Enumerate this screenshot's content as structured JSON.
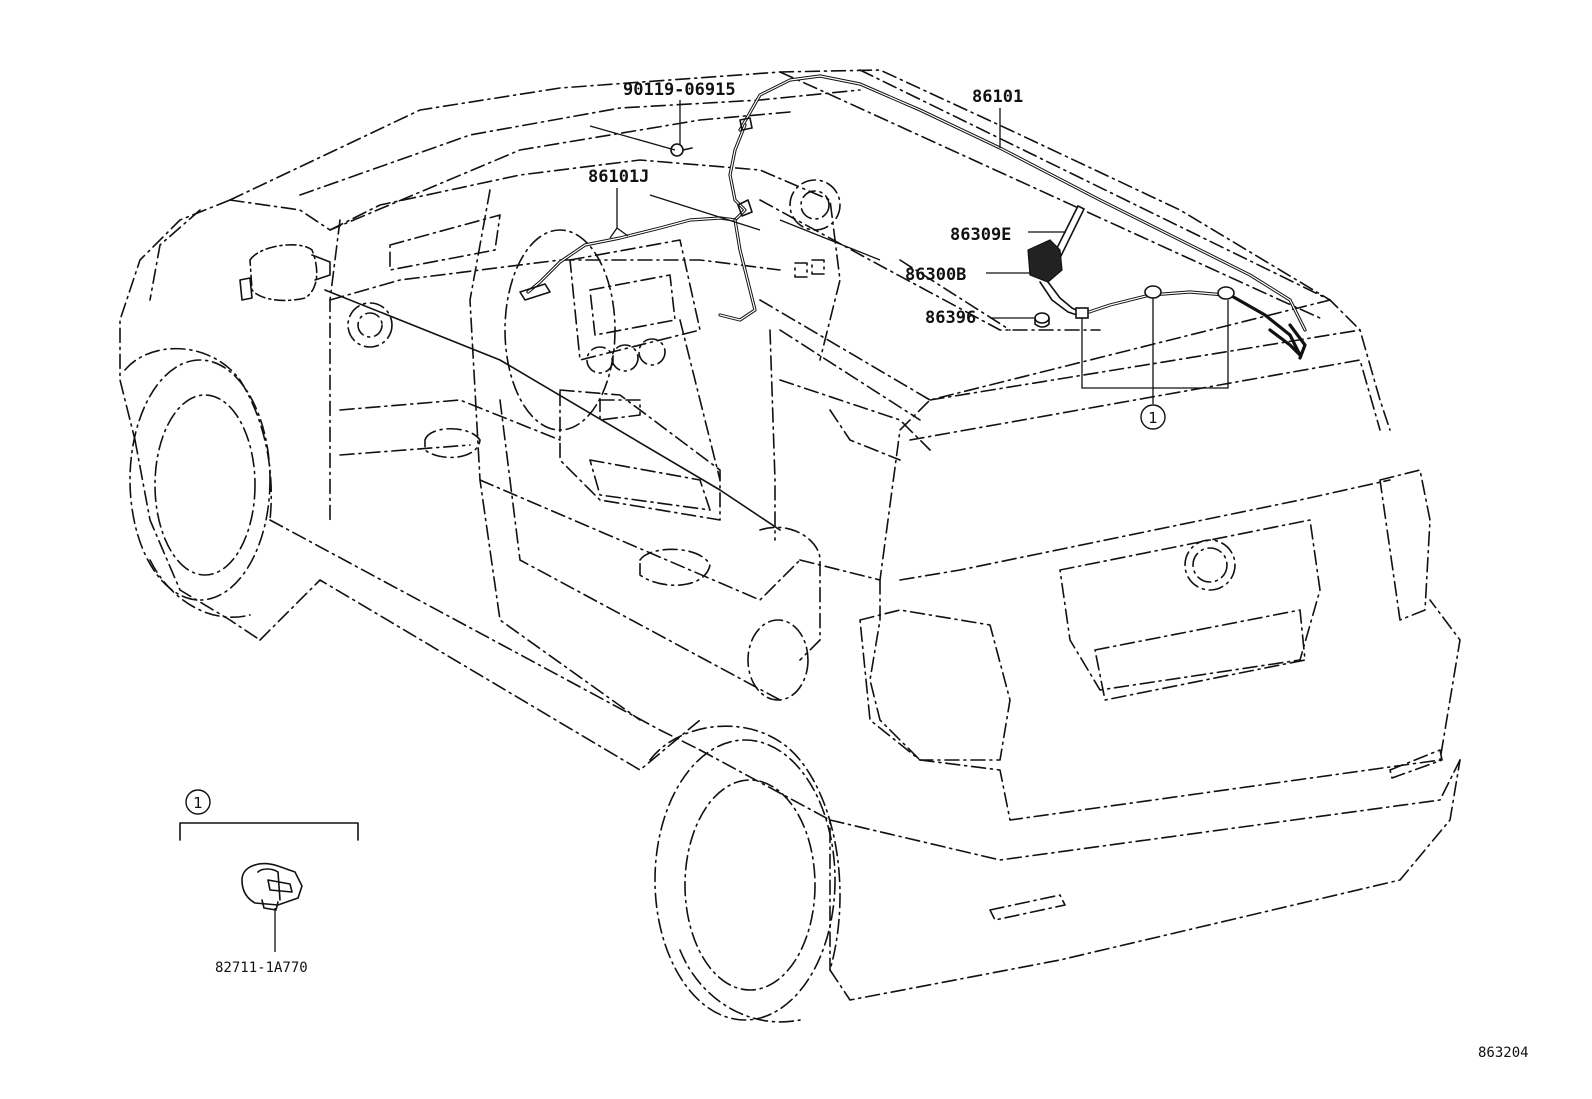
{
  "parts": {
    "p1": "90119-06915",
    "p2": "86101",
    "p3": "86101J",
    "p4": "86309E",
    "p5": "86300B",
    "p6": "86396",
    "p7": "82711-1A770"
  },
  "callout": "1",
  "figure_code": "863204"
}
